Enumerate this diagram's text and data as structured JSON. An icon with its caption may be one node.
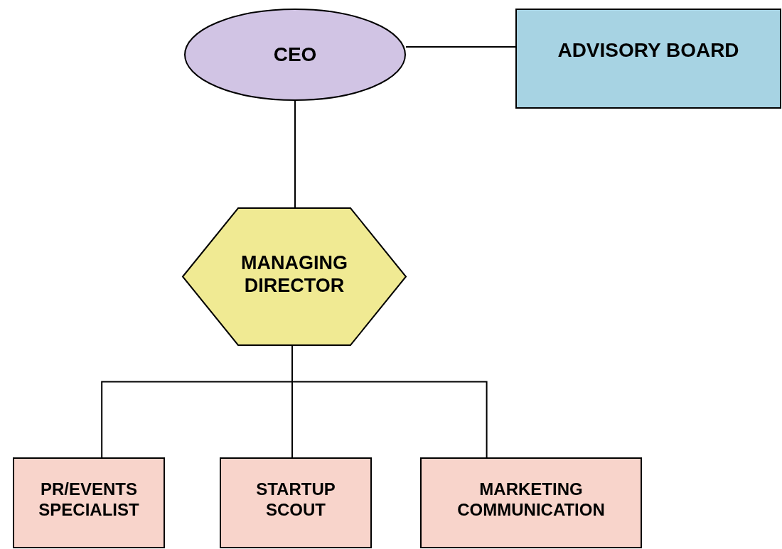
{
  "diagram": {
    "nodes": [
      {
        "text": [
          "CEO"
        ]
      },
      {
        "text": [
          "ADVISORY BOARD"
        ]
      },
      {
        "text": [
          "MANAGING DIRECTOR"
        ]
      },
      {
        "text": [
          "PR/EVENTS SPECIALIST"
        ]
      },
      {
        "text": [
          "STARTUP SCOUT"
        ]
      },
      {
        "text": [
          "MARKETING COMMUNICATION"
        ]
      }
    ],
    "edges": [
      {
        "from": 0,
        "to": 1,
        "arrow": "none"
      },
      {
        "from": 0,
        "to": 2,
        "arrow": "none"
      },
      {
        "from": 2,
        "to": 3,
        "arrow": "none"
      },
      {
        "from": 2,
        "to": 4,
        "arrow": "none"
      },
      {
        "from": 2,
        "to": 5,
        "arrow": "none"
      }
    ]
  }
}
